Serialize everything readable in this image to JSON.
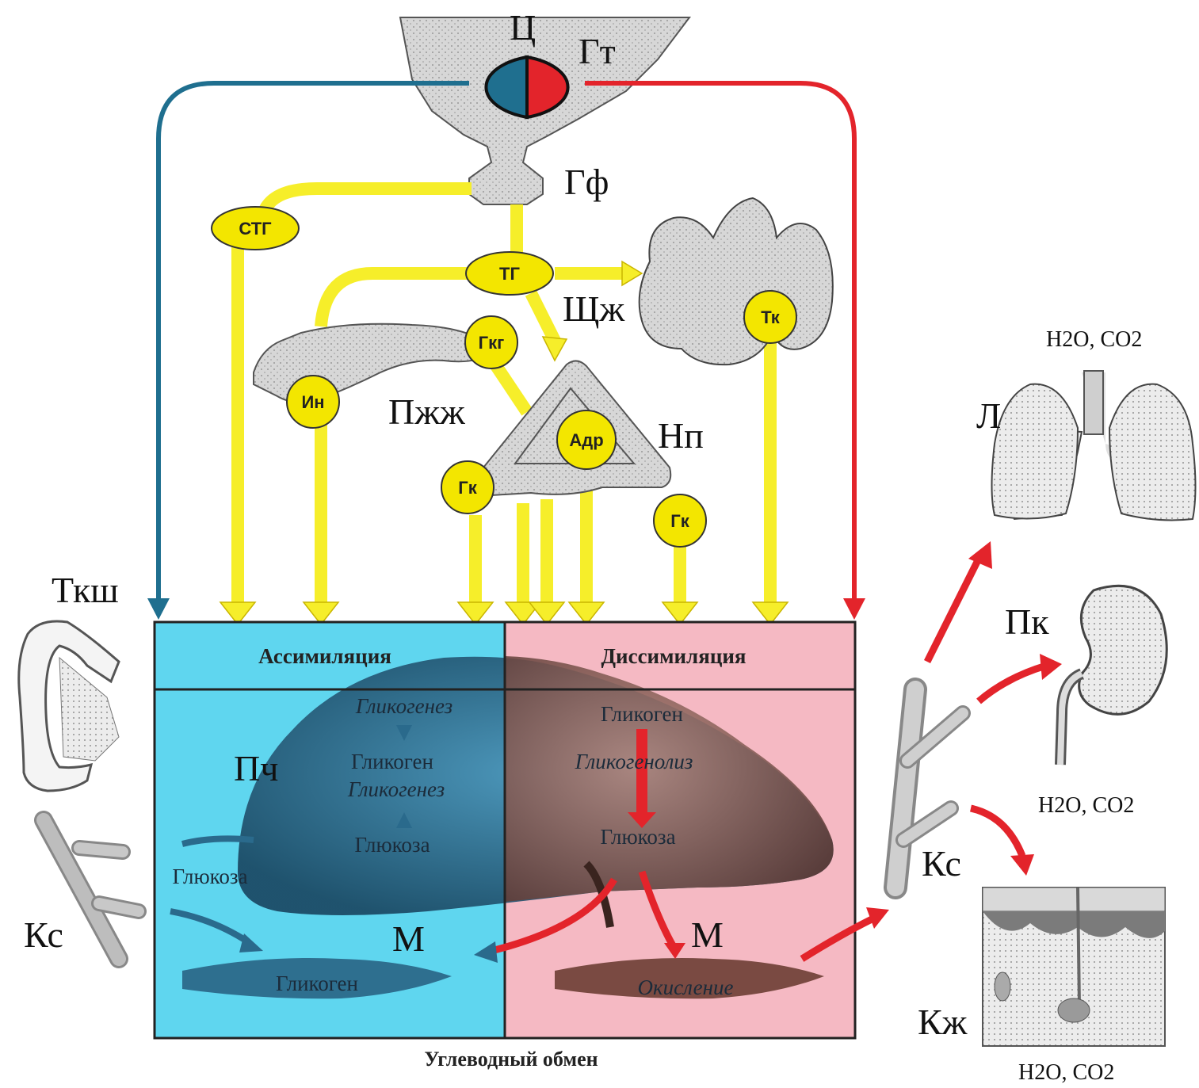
{
  "labels": {
    "center": "Ц",
    "hypothalamus": "Гт",
    "pituitary": "Гф",
    "thyroid": "Щж",
    "pancreas": "Пжж",
    "adrenal": "Нп",
    "tissue_spaces": "Ткш",
    "blood_vessels_left": "Кс",
    "blood_vessels_right": "Кс",
    "liver": "Пч",
    "muscle_left": "М",
    "muscle_right": "М",
    "lungs": "Л",
    "kidney": "Пк",
    "skin": "Кж"
  },
  "hormones": {
    "stg": "СТГ",
    "tg": "ТГ",
    "tk": "Тк",
    "gkg": "Гкг",
    "in": "Ин",
    "adr": "Адр",
    "gk_left": "Гк",
    "gk_right": "Гк"
  },
  "excretion": {
    "lungs_html": "H<tspan baseline-shift='sub' font-size='18'>2</tspan>O, CO<tspan baseline-shift='sub' font-size='18'>2</tspan>",
    "lungs": "H2O, CO2",
    "kidney": "H2O, CO2",
    "skin": "H2O, CO2"
  },
  "box": {
    "assimilation_title": "Ассимиляция",
    "dissimilation_title": "Диссимиляция",
    "caption": "Углеводный обмен",
    "left": {
      "glycogenesis_top": "Гликогенез",
      "glycogen": "Гликоген",
      "glycogenesis": "Гликогенез",
      "glucose": "Глюкоза",
      "glucose_entry": "Глюкоза",
      "muscle_glycogen": "Гликоген"
    },
    "right": {
      "glycogen": "Гликоген",
      "glycogenolysis": "Гликогенолиз",
      "glucose": "Глюкоза",
      "oxidation": "Окисление"
    }
  },
  "colors": {
    "hormone_yellow": "#f3e600",
    "arrow_yellow": "#f6ee2a",
    "blue_path": "#1f6f8f",
    "red_path": "#e3242b",
    "assimilation_bg": "#5fd6ef",
    "dissimilation_bg": "#f5b9c3"
  }
}
